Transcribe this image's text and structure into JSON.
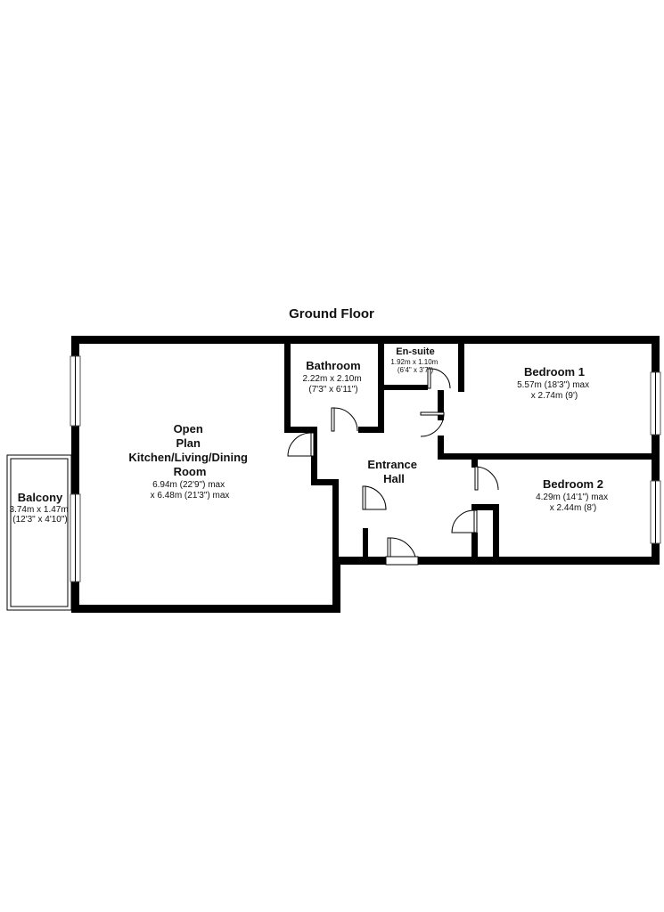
{
  "floor_title": "Ground Floor",
  "rooms": {
    "open_plan": {
      "name_lines": [
        "Open",
        "Plan",
        "Kitchen/Living/Dining",
        "Room"
      ],
      "dim_lines": [
        "6.94m (22'9\") max",
        "x 6.48m (21'3\") max"
      ]
    },
    "bathroom": {
      "name_lines": [
        "Bathroom"
      ],
      "dim_lines": [
        "2.22m x 2.10m",
        "(7'3\" x 6'11\")"
      ]
    },
    "ensuite": {
      "name_lines": [
        "En-suite"
      ],
      "dim_lines": [
        "1.92m x 1.10m",
        "(6'4\" x 3'7\")"
      ]
    },
    "bedroom1": {
      "name_lines": [
        "Bedroom 1"
      ],
      "dim_lines": [
        "5.57m (18'3\") max",
        "x 2.74m (9')"
      ]
    },
    "bedroom2": {
      "name_lines": [
        "Bedroom 2"
      ],
      "dim_lines": [
        "4.29m (14'1\") max",
        "x 2.44m (8')"
      ]
    },
    "hall": {
      "name_lines": [
        "Entrance",
        "Hall"
      ],
      "dim_lines": []
    },
    "balcony": {
      "name_lines": [
        "Balcony"
      ],
      "dim_lines": [
        "3.74m x 1.47m",
        "(12'3\" x 4'10\")"
      ]
    }
  }
}
